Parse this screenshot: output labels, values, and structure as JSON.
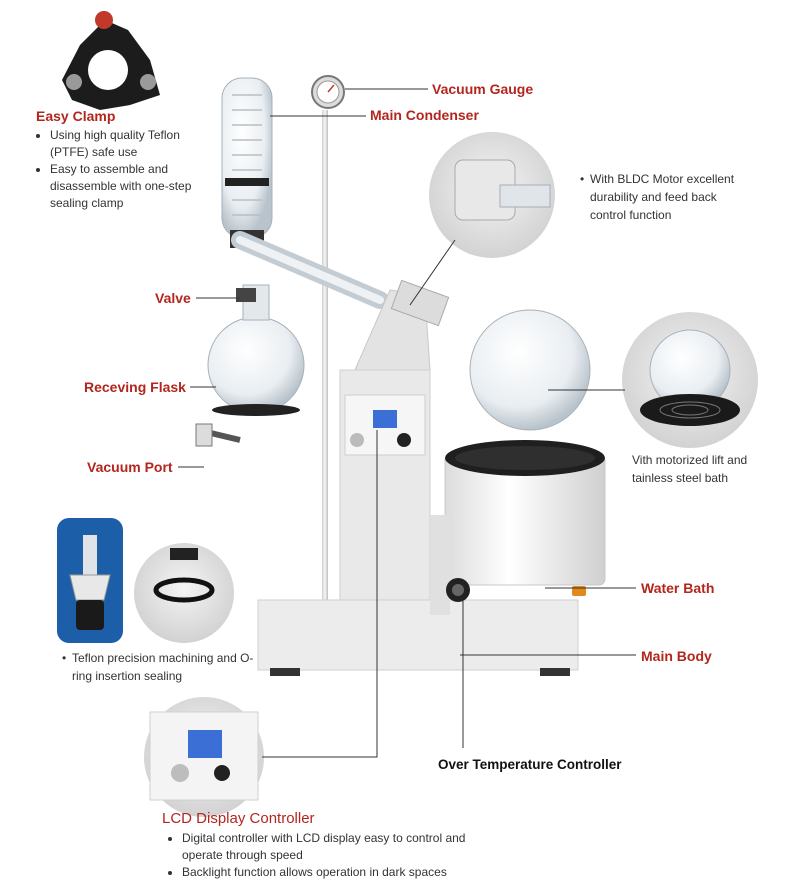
{
  "labels": {
    "easy_clamp": "Easy Clamp",
    "vacuum_gauge": "Vacuum Gauge",
    "main_condenser": "Main Condenser",
    "valve": "Valve",
    "receiving_flask": "Receving Flask",
    "vacuum_port": "Vacuum Port",
    "water_bath": "Water Bath",
    "main_body": "Main Body",
    "over_temp_controller": "Over Temperature Controller",
    "lcd_controller": "LCD Display Controller"
  },
  "easy_clamp_points": [
    "Using high quality Teflon (PTFE) safe use",
    "Easy to assemble and disassemble with one-step sealing clamp"
  ],
  "motor_note": "With BLDC Motor excellent durability and feed back control function",
  "lift_note": "Vith motorized lift and tainless steel bath",
  "teflon_note": "Teflon precision machining and O-ring insertion sealing",
  "lcd_points": [
    "Digital controller with LCD display easy to control and operate through speed",
    "Backlight function allows operation in dark spaces"
  ],
  "colors": {
    "accent": "#b3261e",
    "screen": "#3b6fd6",
    "body": "#e6e6e6"
  }
}
